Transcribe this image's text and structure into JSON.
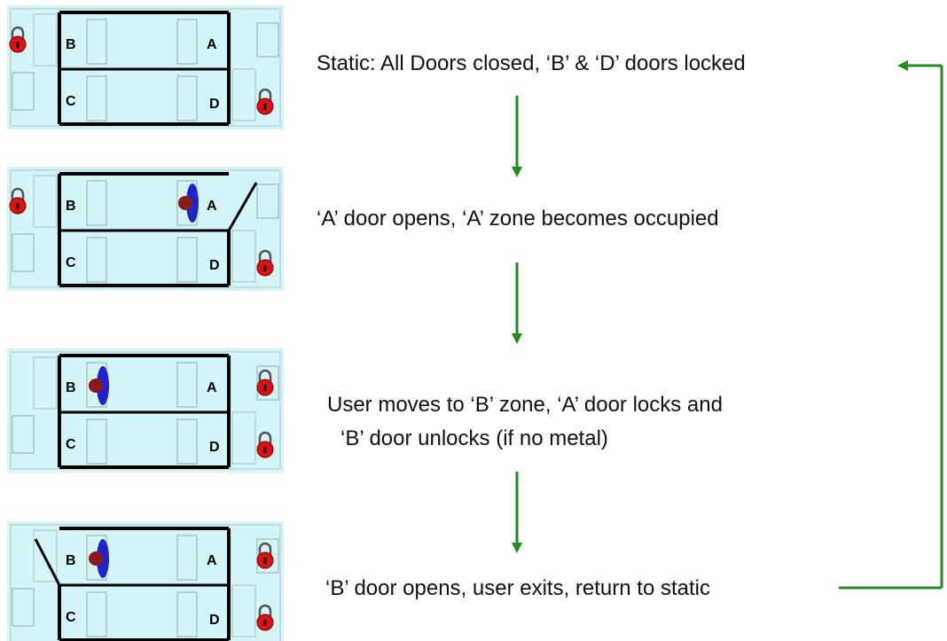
{
  "colors": {
    "panel_bg": "#d4f5f8",
    "booth_line": "#000000",
    "lock_red": "#dd1111",
    "person_body": "#2222cc",
    "person_head": "#8b1a1a",
    "arrow_green": "#228b22"
  },
  "zones": {
    "a": "A",
    "b": "B",
    "c": "C",
    "d": "D"
  },
  "steps": [
    {
      "caption": "Static:  All Doors closed, ‘B’ & ‘D’ doors locked",
      "locks": [
        "left-top",
        "right-bottom"
      ],
      "open_door": "none",
      "user_zone": "none"
    },
    {
      "caption": "‘A’ door opens, ‘A’ zone becomes occupied",
      "locks": [
        "left-top",
        "right-bottom"
      ],
      "open_door": "A",
      "user_zone": "A"
    },
    {
      "caption_lines": [
        "User moves to ‘B’ zone, ‘A’ door locks and",
        "‘B’ door unlocks (if no metal)"
      ],
      "locks": [
        "right-top",
        "right-bottom"
      ],
      "open_door": "none",
      "user_zone": "B"
    },
    {
      "caption": "‘B’ door opens, user exits, return to static",
      "locks": [
        "right-top",
        "right-bottom"
      ],
      "open_door": "B",
      "user_zone": "B"
    }
  ]
}
